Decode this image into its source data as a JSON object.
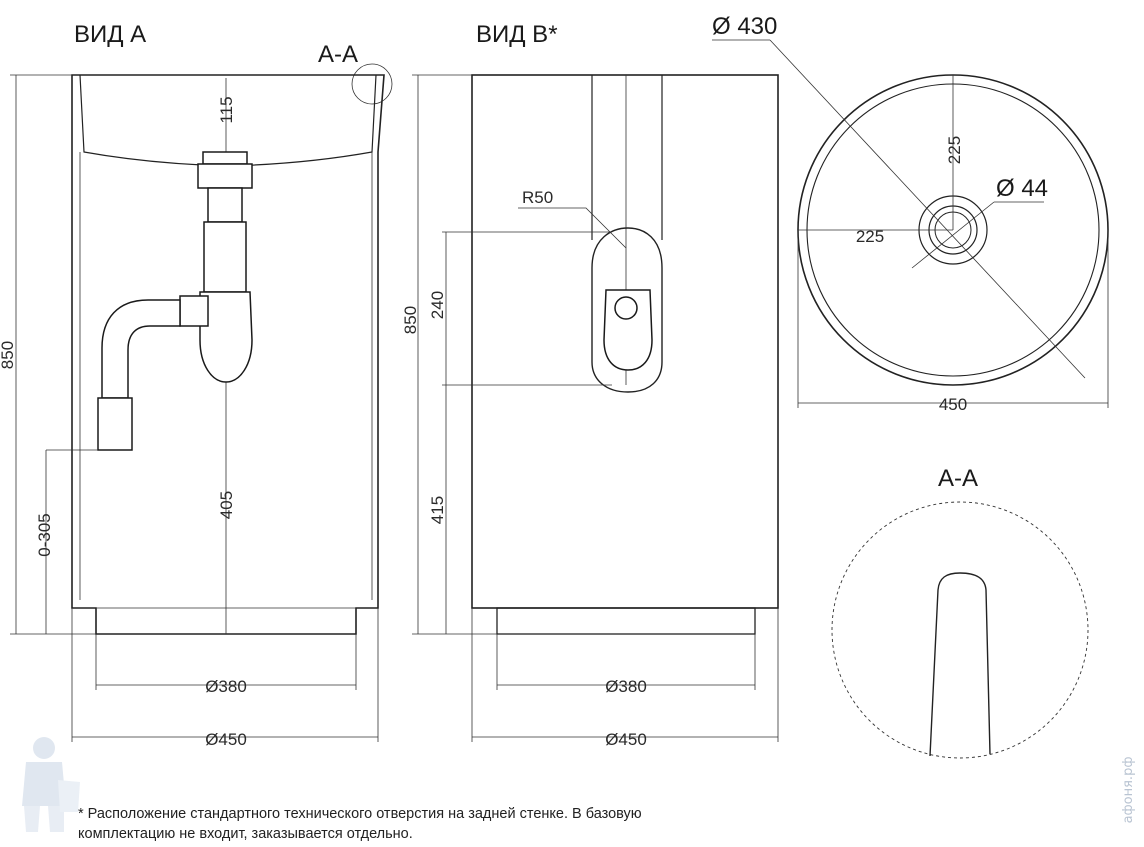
{
  "view_a": {
    "title": "ВИД А",
    "section_mark": "А-А",
    "dim_height": "850",
    "dim_top": "115",
    "dim_drain": "405",
    "dim_outlet": "0-305",
    "dim_base": "Ø380",
    "dim_body": "Ø450"
  },
  "view_b": {
    "title": "ВИД B*",
    "dim_radius": "R50",
    "dim_height": "850",
    "dim_slot": "240",
    "dim_lower": "415",
    "dim_base": "Ø380",
    "dim_body": "Ø450"
  },
  "top_view": {
    "dim_outer": "Ø 430",
    "dim_hole": "Ø 44",
    "dim_vertical": "225",
    "dim_horizontal": "225",
    "dim_width": "450"
  },
  "section_view": {
    "title": "А-А"
  },
  "footnote": "* Расположение стандартного технического отверстия на задней стенке. В базовую комплектацию не входит, заказывается отдельно.",
  "watermark": "афоня.рф"
}
